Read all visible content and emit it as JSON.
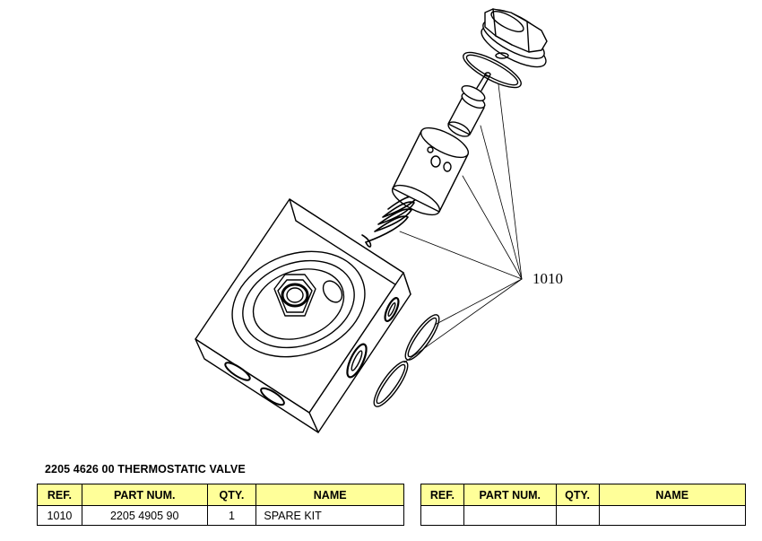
{
  "drawing": {
    "callout": "1010"
  },
  "assembly": {
    "title": "2205 4626 00 THERMOSTATIC VALVE"
  },
  "table": {
    "headers": [
      "REF.",
      "PART NUM.",
      "QTY.",
      "NAME"
    ],
    "left_rows": [
      {
        "ref": "1010",
        "part": "2205 4905 90",
        "qty": "1",
        "name": "SPARE KIT"
      }
    ]
  },
  "colors": {
    "header_fill": "#ffff99"
  }
}
